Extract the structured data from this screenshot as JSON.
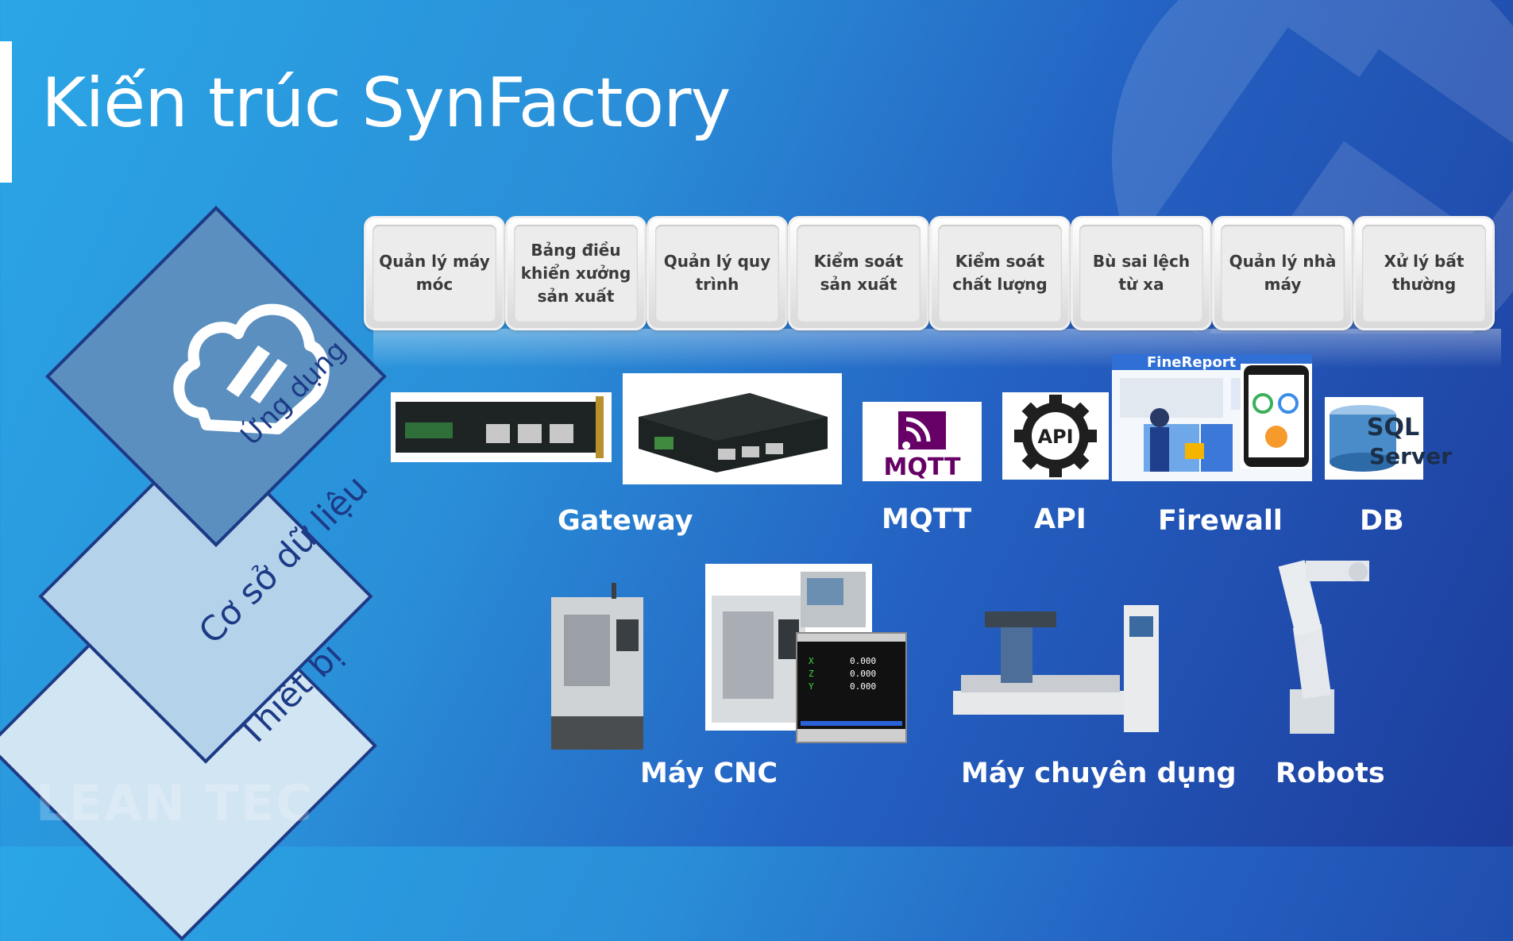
{
  "slide": {
    "title": "Kiến trúc SynFactory",
    "watermark": "LEAN TEC"
  },
  "layers": {
    "app": "Ứng dụng",
    "db": "Cơ sở dữ liệu",
    "device": "Thiết bị"
  },
  "modules": [
    "Quản lý máy móc",
    "Bảng điều khiển xưởng sản xuất",
    "Quản lý quy trình",
    "Kiểm soát sản xuất",
    "Kiểm soát chất lượng",
    "Bù sai lệch từ xa",
    "Quản lý nhà máy",
    "Xử lý bất thường"
  ],
  "tech": {
    "gateway": "Gateway",
    "mqtt": "MQTT",
    "api": "API",
    "firewall": "Firewall",
    "db": "DB",
    "mqtt_logo": "MQTT",
    "api_logo": "API",
    "finereport_logo": "FineReport",
    "sql_logo_1": "SQL",
    "sql_logo_2": "Server"
  },
  "devices": {
    "cnc": "Máy CNC",
    "special": "Máy chuyên dụng",
    "robots": "Robots",
    "cnc_screen": {
      "x": "X",
      "x_val": "0.000",
      "z": "Z",
      "z_val": "0.000",
      "y": "Y",
      "y_val": "0.000"
    }
  },
  "colors": {
    "bg_left": "#2aa6e6",
    "bg_right": "#1d3c9c",
    "layer_dark": "#5b8fbf",
    "layer_mid": "#b4d3ea",
    "layer_light": "#d2e5f2",
    "layer_border": "#1c3a86"
  }
}
